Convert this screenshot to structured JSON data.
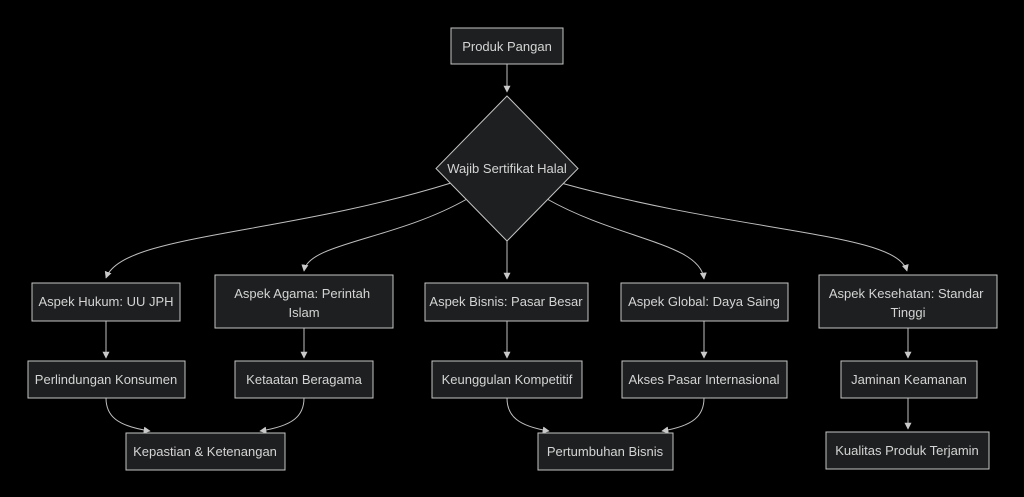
{
  "diagram": {
    "type": "flowchart",
    "background_color": "#000000",
    "node_fill_color": "#1e1f20",
    "node_border_color": "#c4c4c4",
    "text_color": "#d4d4d4",
    "edge_color": "#bfbfbf"
  },
  "nodes": {
    "produk_pangan": {
      "label": "Produk Pangan",
      "shape": "rect"
    },
    "wajib_sertifikat_halal": {
      "label": "Wajib Sertifikat Halal",
      "shape": "diamond"
    },
    "aspek_hukum": {
      "label": "Aspek Hukum: UU JPH",
      "shape": "rect"
    },
    "aspek_agama": {
      "label": "Aspek Agama: Perintah Islam",
      "line1": "Aspek Agama: Perintah",
      "line2": "Islam",
      "shape": "rect"
    },
    "aspek_bisnis": {
      "label": "Aspek Bisnis: Pasar Besar",
      "shape": "rect"
    },
    "aspek_global": {
      "label": "Aspek Global: Daya Saing",
      "shape": "rect"
    },
    "aspek_kesehatan": {
      "label": "Aspek Kesehatan: Standar Tinggi",
      "line1": "Aspek Kesehatan: Standar",
      "line2": "Tinggi",
      "shape": "rect"
    },
    "perlindungan_konsumen": {
      "label": "Perlindungan Konsumen",
      "shape": "rect"
    },
    "ketaatan_beragama": {
      "label": "Ketaatan Beragama",
      "shape": "rect"
    },
    "keunggulan_kompetitif": {
      "label": "Keunggulan Kompetitif",
      "shape": "rect"
    },
    "akses_pasar_internasional": {
      "label": "Akses Pasar Internasional",
      "shape": "rect"
    },
    "jaminan_keamanan": {
      "label": "Jaminan Keamanan",
      "shape": "rect"
    },
    "kepastian_ketenangan": {
      "label": "Kepastian & Ketenangan",
      "shape": "rect"
    },
    "pertumbuhan_bisnis": {
      "label": "Pertumbuhan Bisnis",
      "shape": "rect"
    },
    "kualitas_produk_terjamin": {
      "label": "Kualitas Produk Terjamin",
      "shape": "rect"
    }
  },
  "edges": [
    {
      "from": "produk_pangan",
      "to": "wajib_sertifikat_halal"
    },
    {
      "from": "wajib_sertifikat_halal",
      "to": "aspek_hukum"
    },
    {
      "from": "wajib_sertifikat_halal",
      "to": "aspek_agama"
    },
    {
      "from": "wajib_sertifikat_halal",
      "to": "aspek_bisnis"
    },
    {
      "from": "wajib_sertifikat_halal",
      "to": "aspek_global"
    },
    {
      "from": "wajib_sertifikat_halal",
      "to": "aspek_kesehatan"
    },
    {
      "from": "aspek_hukum",
      "to": "perlindungan_konsumen"
    },
    {
      "from": "aspek_agama",
      "to": "ketaatan_beragama"
    },
    {
      "from": "aspek_bisnis",
      "to": "keunggulan_kompetitif"
    },
    {
      "from": "aspek_global",
      "to": "akses_pasar_internasional"
    },
    {
      "from": "aspek_kesehatan",
      "to": "jaminan_keamanan"
    },
    {
      "from": "perlindungan_konsumen",
      "to": "kepastian_ketenangan"
    },
    {
      "from": "ketaatan_beragama",
      "to": "kepastian_ketenangan"
    },
    {
      "from": "keunggulan_kompetitif",
      "to": "pertumbuhan_bisnis"
    },
    {
      "from": "akses_pasar_internasional",
      "to": "pertumbuhan_bisnis"
    },
    {
      "from": "jaminan_keamanan",
      "to": "kualitas_produk_terjamin"
    }
  ]
}
